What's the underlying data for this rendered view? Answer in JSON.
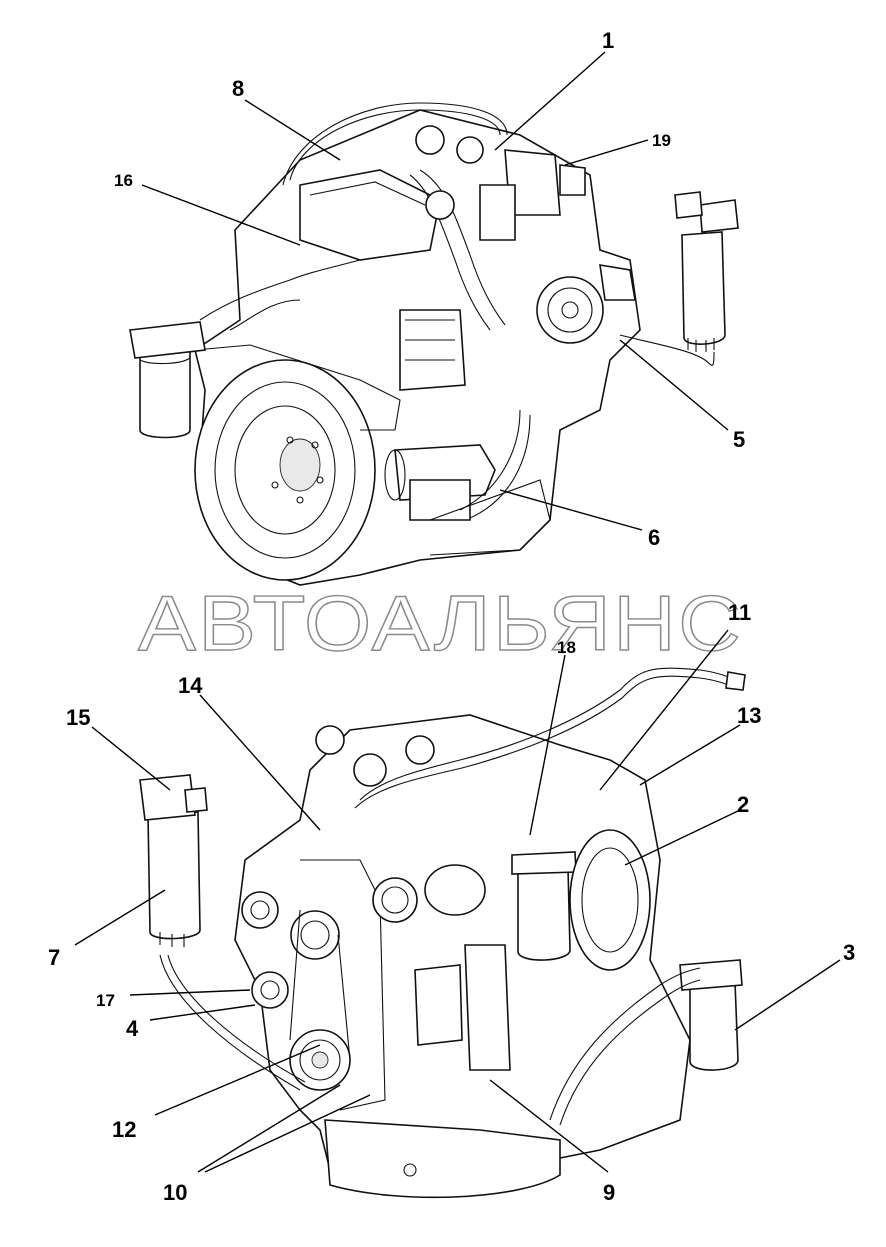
{
  "watermark": {
    "text": "АВТОАЛЬЯНС"
  },
  "callouts": {
    "c1": "1",
    "c2": "2",
    "c3": "3",
    "c4": "4",
    "c5": "5",
    "c6": "6",
    "c7": "7",
    "c8": "8",
    "c9": "9",
    "c10": "10",
    "c11": "11",
    "c12": "12",
    "c13": "13",
    "c14": "14",
    "c15": "15",
    "c16": "16",
    "c17": "17",
    "c18": "18",
    "c19": "19"
  }
}
